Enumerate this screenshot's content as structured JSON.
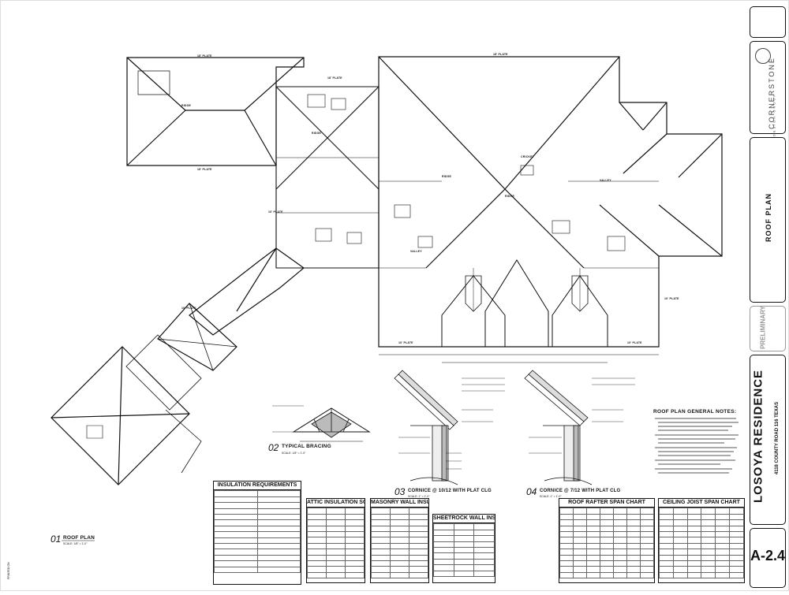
{
  "sheet_number": "A-2.4",
  "sheet_title": "ROOF PLAN",
  "project": {
    "name": "LOSOYA RESIDENCE",
    "address": "4118 COUNTY ROAD 116 TEXAS"
  },
  "firm": {
    "name": "CORNERSTONE",
    "sub": "DESIGN GROUP"
  },
  "stamp": "PRELIMINARY",
  "drawing_titles": {
    "plan_num": "01",
    "plan": "ROOF PLAN",
    "plan_scale": "SCALE: 1/8\" = 1'-0\"",
    "bracing_num": "02",
    "bracing": "TYPICAL BRACING",
    "cornice1_num": "03",
    "cornice1": "CORNICE @ 10/12 WITH PLAT CLG",
    "cornice2_num": "04",
    "cornice2": "CORNICE @ 7/12 WITH PLAT CLG",
    "detail_scale": "SCALE: 1\" = 1'-0\""
  },
  "tables": {
    "insulation": "INSULATION REQUIREMENTS",
    "attic": "ATTIC INSULATION SCHEDULE",
    "masonry": "MASONRY WALL INSUL. SCHED.",
    "sheetrock": "SHEETROCK WALL INSUL. SCHED.",
    "rafter": "ROOF RAFTER SPAN CHART",
    "joist": "CEILING JOIST SPAN CHART"
  },
  "notes_title": "ROOF PLAN GENERAL NOTES:"
}
